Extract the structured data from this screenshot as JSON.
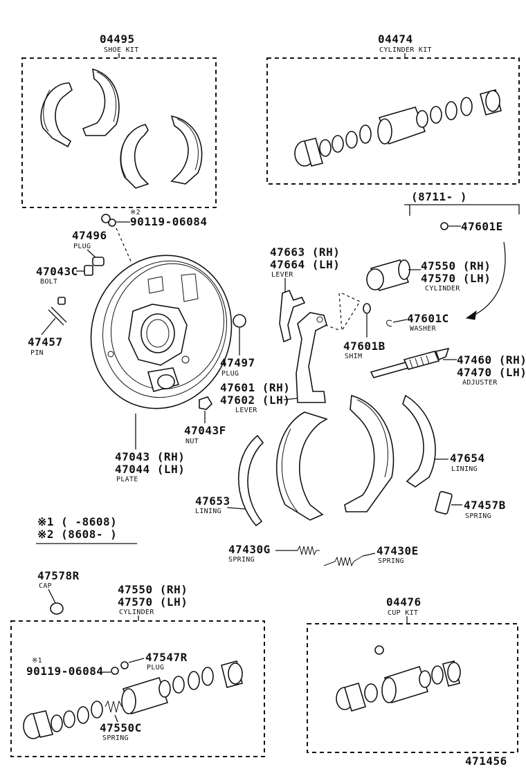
{
  "parts": {
    "shoe_kit": {
      "number": "04495",
      "name": "SHOE KIT"
    },
    "cylinder_kit": {
      "number": "04474",
      "name": "CYLINDER KIT"
    },
    "date_range_top": "(8711-          )",
    "p47601E": {
      "number": "47601E"
    },
    "p90119_top": {
      "mark": "※2",
      "number": "90119-06084"
    },
    "p47496": {
      "number": "47496",
      "name": "PLUG"
    },
    "p47043C": {
      "number": "47043C",
      "name": "BOLT"
    },
    "p47457": {
      "number": "47457",
      "name": "PIN"
    },
    "p47663": {
      "number_rh": "47663 (RH)",
      "number_lh": "47664 (LH)",
      "name": "LEVER"
    },
    "p47550_top": {
      "number_rh": "47550 (RH)",
      "number_lh": "47570 (LH)",
      "name": "CYLINDER"
    },
    "p47601C": {
      "number": "47601C",
      "name": "WASHER"
    },
    "p47601B": {
      "number": "47601B",
      "name": "SHIM"
    },
    "p47460": {
      "number_rh": "47460 (RH)",
      "number_lh": "47470 (LH)",
      "name": "ADJUSTER"
    },
    "p47497": {
      "number": "47497",
      "name": "PLUG"
    },
    "p47601": {
      "number_rh": "47601 (RH)",
      "number_lh": "47602 (LH)",
      "name": "LEVER"
    },
    "p47043F": {
      "number": "47043F",
      "name": "NUT"
    },
    "p47654": {
      "number": "47654",
      "name": "LINING"
    },
    "p47043": {
      "number_rh": "47043 (RH)",
      "number_lh": "47044 (LH)",
      "name": "PLATE"
    },
    "p47653": {
      "number": "47653",
      "name": "LINING"
    },
    "p47457B": {
      "number": "47457B",
      "name": "SPRING"
    },
    "p47430G": {
      "number": "47430G",
      "name": "SPRING"
    },
    "p47430E": {
      "number": "47430E",
      "name": "SPRING"
    },
    "p47578R": {
      "number": "47578R",
      "name": "CAP"
    },
    "p47550_bottom": {
      "number_rh": "47550 (RH)",
      "number_lh": "47570 (LH)",
      "name": "CYLINDER"
    },
    "cup_kit": {
      "number": "04476",
      "name": "CUP KIT"
    },
    "p47547R": {
      "number": "47547R",
      "name": "PLUG"
    },
    "p90119_bottom": {
      "mark": "※1",
      "number": "90119-06084"
    },
    "p47550C": {
      "number": "47550C",
      "name": "SPRING"
    }
  },
  "notes": {
    "note1": "※1 (       -8608)",
    "note2": "※2 (8608-       )"
  },
  "diagram_id": "471456"
}
